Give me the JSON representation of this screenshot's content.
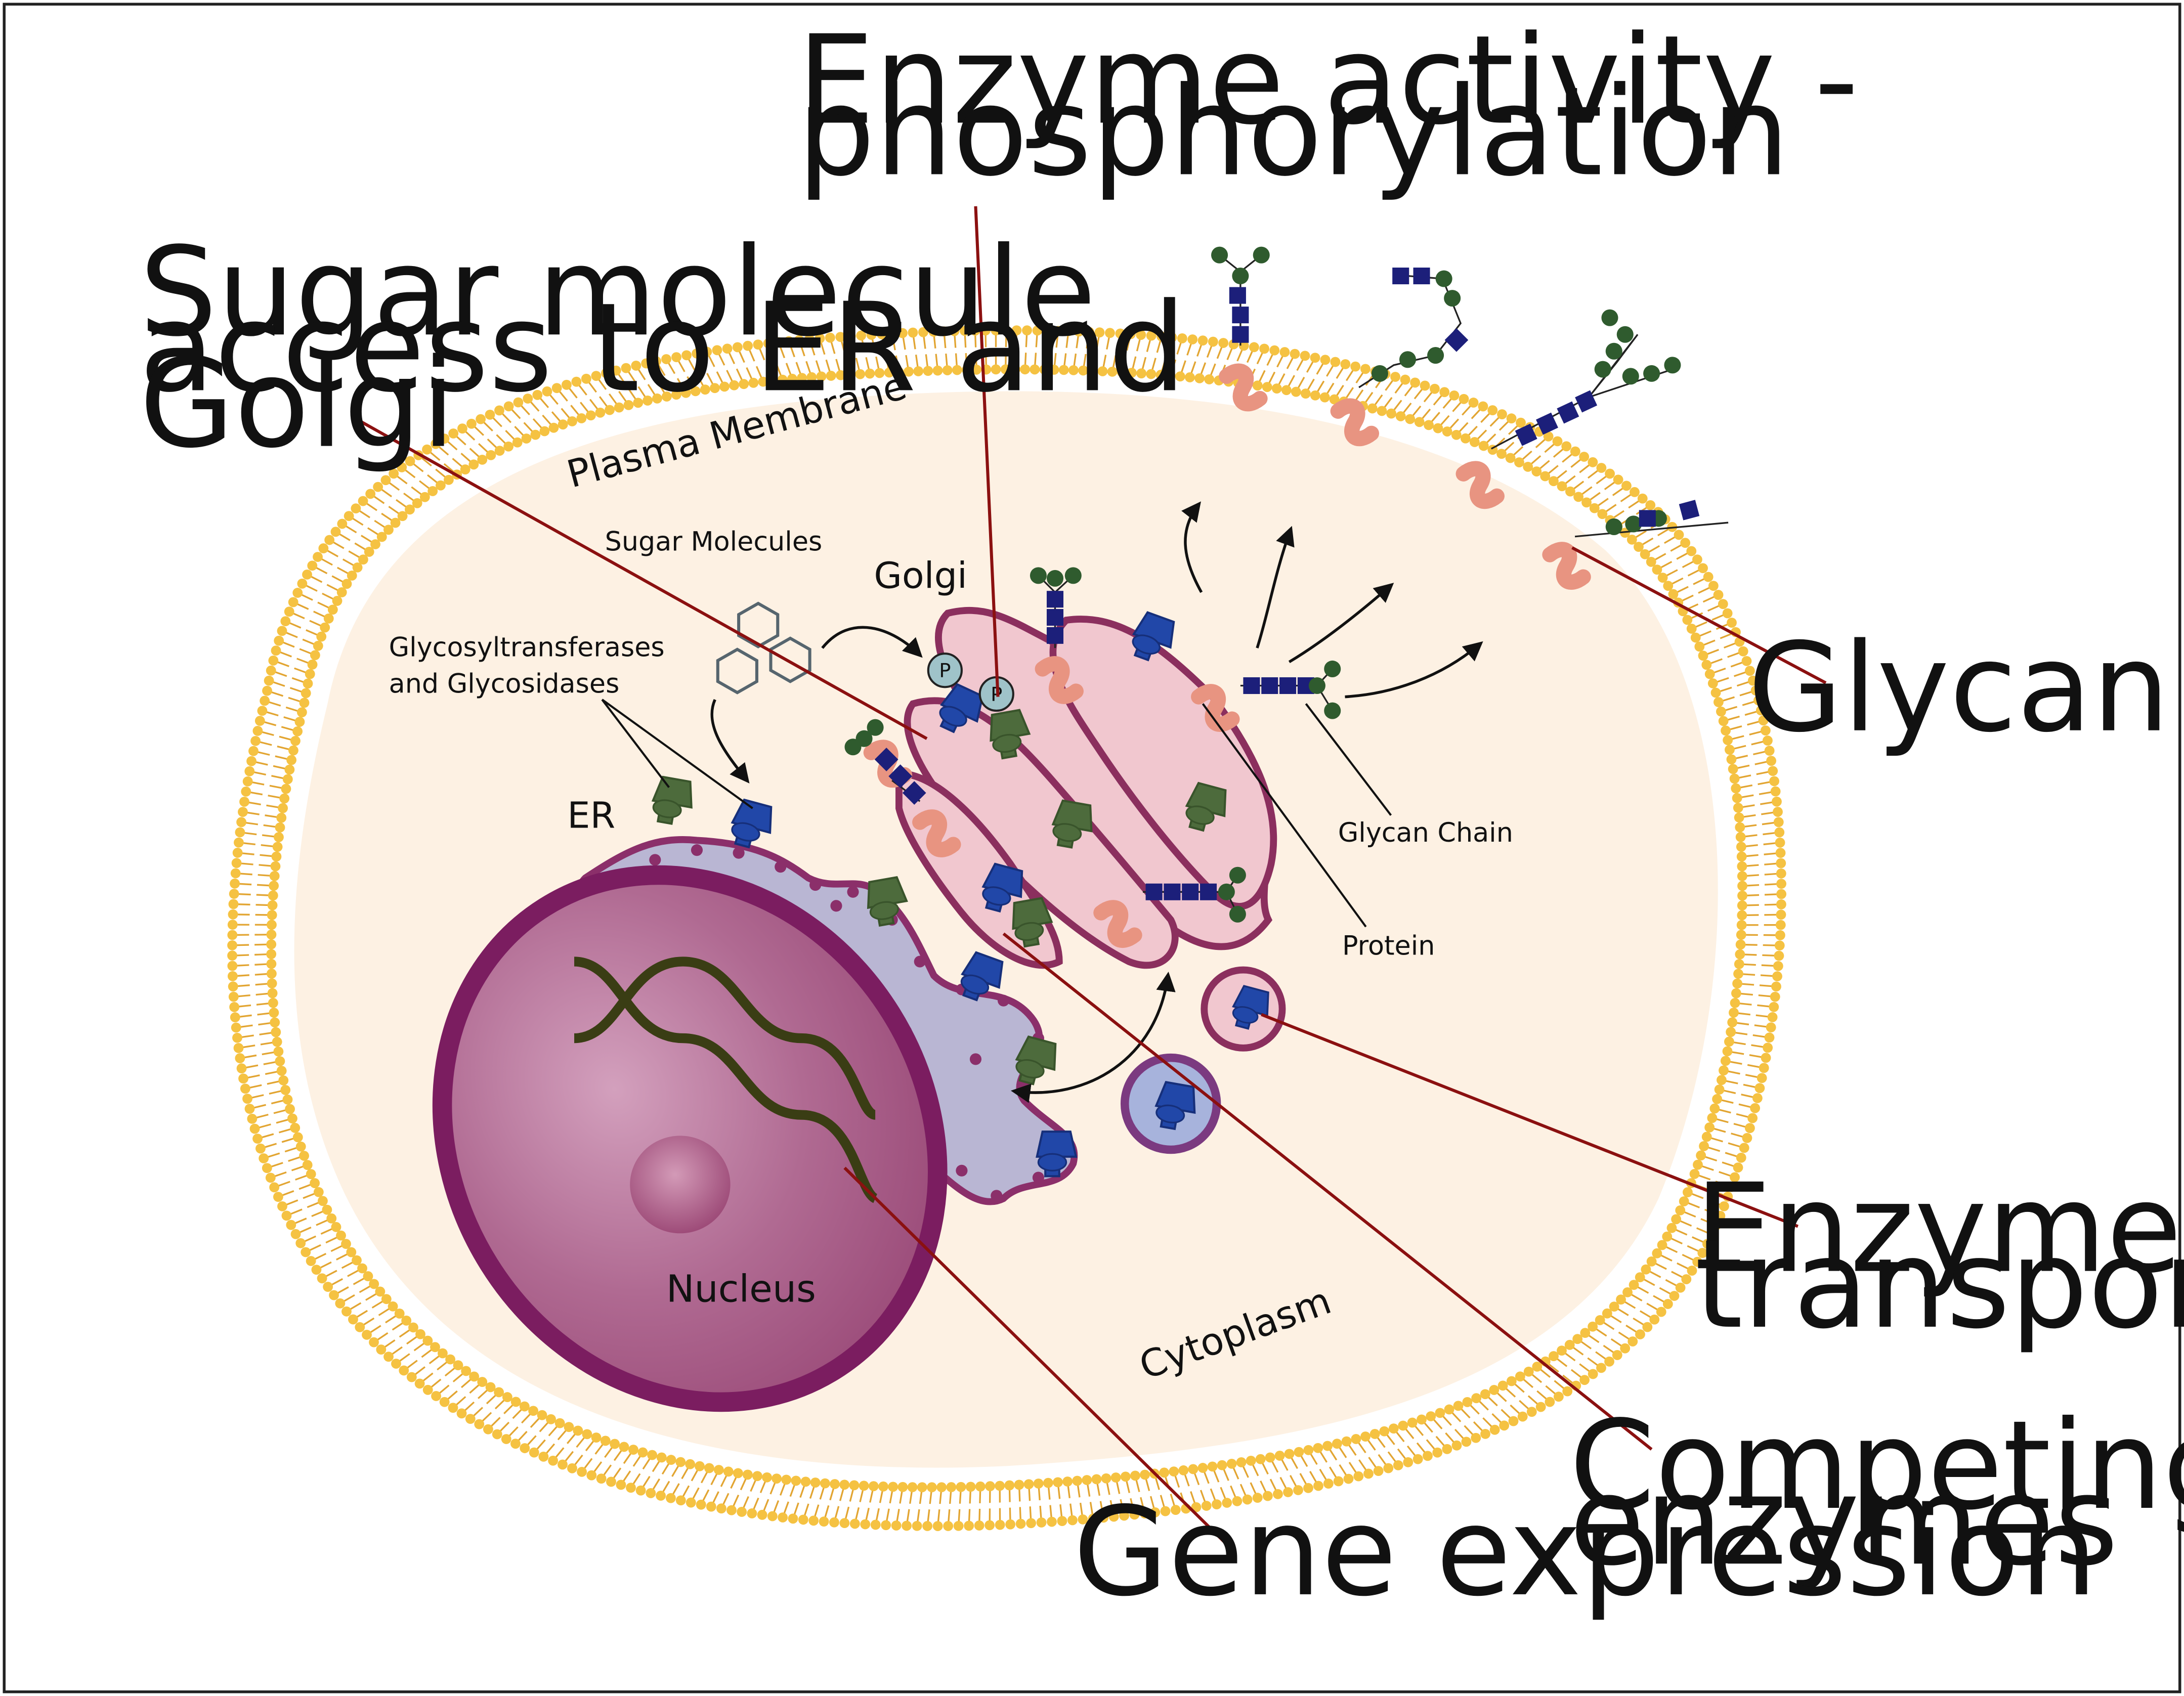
{
  "callouts": {
    "enzyme_activity": [
      "Enzyme activity -",
      "phosphorylation"
    ],
    "sugar_access": [
      "Sugar molecule",
      "access to ER and",
      "Golgi"
    ],
    "glycan_turnover": "Glycan turnover",
    "vesicle_transport": [
      "Enzyme vesicle",
      "transport"
    ],
    "competing_enzymes": [
      "Competing",
      "enzymes"
    ],
    "gene_expression": "Gene expression"
  },
  "labels": {
    "plasma_membrane": "Plasma Membrane",
    "sugar_molecules": "Sugar Molecules",
    "golgi": "Golgi",
    "glycosyltransferases": [
      "Glycosyltransferases",
      "and Glycosidases"
    ],
    "er": "ER",
    "glycan_chain": "Glycan Chain",
    "protein": "Protein",
    "nucleus": "Nucleus",
    "cytoplasm": "Cytoplasm",
    "phospho_mark": "P"
  },
  "colors": {
    "membrane_head": "#f5c242",
    "cytoplasm": "#fdf1e3",
    "nucleus": "#a24f7a",
    "nucleus_rim": "#7b1d60",
    "er_fill": "#b9b6d3",
    "er_rim": "#8b2f6a",
    "golgi_fill": "#f1c7cf",
    "golgi_rim": "#8b2f5e",
    "callout_line": "#8b1010",
    "enzyme_green": "#4d6b3c",
    "enzyme_blue": "#2147a8",
    "glycan_blue": "#1c1f7a",
    "glycan_green": "#2f5b2e",
    "protein_salmon": "#e89481",
    "dna": "#3a3d14"
  }
}
